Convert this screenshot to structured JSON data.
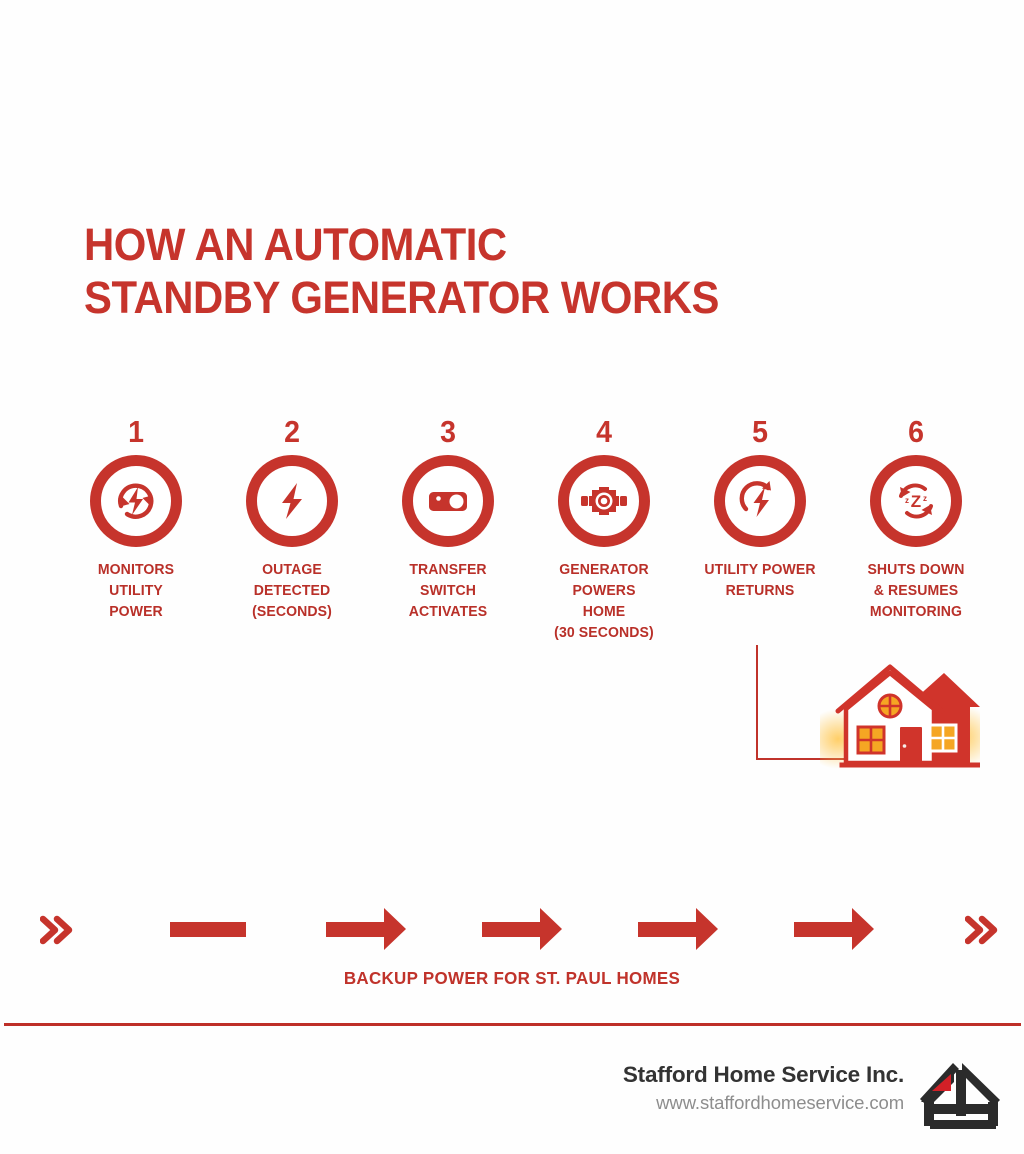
{
  "theme": {
    "background": "#fefefe",
    "primary_red": "#C6342C",
    "label_red": "#B93029",
    "divider_red": "#BE2F28",
    "footer_text": "#333333",
    "footer_url": "#8d8d8d",
    "window_orange": "#F5A623",
    "logo_dark": "#2b2b2b",
    "logo_red": "#D32027"
  },
  "title": "HOW AN AUTOMATIC\nSTANDBY GENERATOR WORKS",
  "flow": {
    "lead_chevron": "chevrons-right-icon",
    "trail_chevron": "chevrons-right-icon",
    "steps": [
      {
        "number": "1",
        "label": "MONITORS\nUTILITY\nPOWER",
        "icon": "refresh-bolt-icon"
      },
      {
        "number": "2",
        "label": "OUTAGE\nDETECTED\n(SECONDS)",
        "icon": "lightning-bolt-icon"
      },
      {
        "number": "3",
        "label": "TRANSFER\nSWITCH\nACTIVATES",
        "icon": "toggle-switch-icon"
      },
      {
        "number": "4",
        "label": "GENERATOR\nPOWERS\nHOME\n(30 SECONDS)",
        "icon": "generator-engine-icon"
      },
      {
        "number": "5",
        "label": "UTILITY POWER\nRETURNS",
        "icon": "return-bolt-icon"
      },
      {
        "number": "6",
        "label": "SHUTS DOWN\n& RESUMES\nMONITORING",
        "icon": "sleep-cycle-icon"
      }
    ],
    "connectors": [
      {
        "from": "1",
        "to": "2",
        "arrowhead": false
      },
      {
        "from": "2",
        "to": "3",
        "arrowhead": true
      },
      {
        "from": "3",
        "to": "4",
        "arrowhead": true
      },
      {
        "from": "4",
        "to": "5",
        "arrowhead": true
      },
      {
        "from": "5",
        "to": "6",
        "arrowhead": true
      }
    ]
  },
  "illustration": {
    "name": "powered-house-illustration",
    "connector": "elbow-line-from-step-5"
  },
  "tagline": "BACKUP POWER FOR ST. PAUL HOMES",
  "footer": {
    "company": "Stafford Home Service Inc.",
    "url": "www.staffordhomeservice.com",
    "logo": "stafford-house-logo"
  }
}
